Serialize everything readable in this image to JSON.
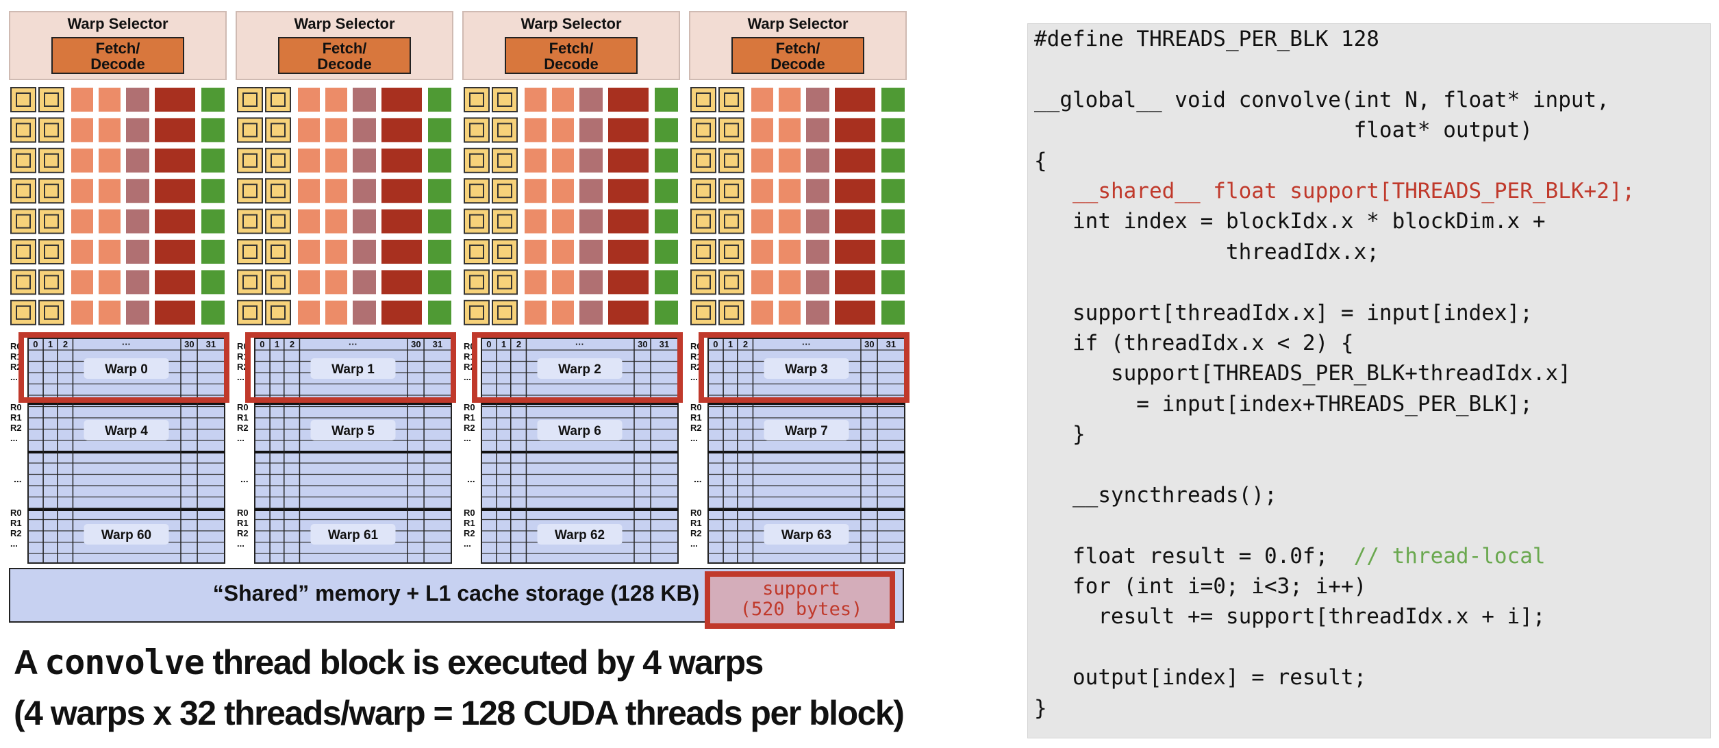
{
  "diagram": {
    "cores": [
      {
        "warp_selector_label": "Warp Selector",
        "fetch_decode_label": "Fetch/\nDecode",
        "warps": [
          "Warp 0",
          "Warp 4",
          "Warp 60"
        ]
      },
      {
        "warp_selector_label": "Warp Selector",
        "fetch_decode_label": "Fetch/\nDecode",
        "warps": [
          "Warp 1",
          "Warp 5",
          "Warp 61"
        ]
      },
      {
        "warp_selector_label": "Warp Selector",
        "fetch_decode_label": "Fetch/\nDecode",
        "warps": [
          "Warp 2",
          "Warp 6",
          "Warp 62"
        ]
      },
      {
        "warp_selector_label": "Warp Selector",
        "fetch_decode_label": "Fetch/\nDecode",
        "warps": [
          "Warp 3",
          "Warp 7",
          "Warp 63"
        ]
      }
    ],
    "column_labels": [
      "0",
      "1",
      "2",
      "···",
      "30",
      "31"
    ],
    "register_labels": [
      "R0",
      "R1",
      "R2",
      "..."
    ],
    "ellipsis": "...",
    "shared_memory_label": "“Shared” memory + L1 cache storage (128 KB)",
    "support_label": "support\n(520 bytes)",
    "colors": {
      "header_bg": "#f2dcd3",
      "fetch_decode": "#d8773d",
      "core_cell": "#f7d27a",
      "alu_light": "#ec8c68",
      "alu_muted": "#b07072",
      "alu_dark": "#a8301f",
      "alu_green": "#4f9a34",
      "register_file": "#c7d1f1",
      "highlight": "#c0392b",
      "support_text": "#c0392b",
      "support_bg": "#d4adba"
    }
  },
  "caption": {
    "line1_prefix": "A",
    "line1_code": "convolve",
    "line1_suffix": "thread block is executed by 4 warps",
    "line2": "(4 warps x 32 threads/warp = 128 CUDA threads per block)"
  },
  "code": {
    "lines": [
      {
        "text": "#define THREADS_PER_BLK 128",
        "highlight": false
      },
      {
        "text": "",
        "highlight": false
      },
      {
        "text": "__global__ void convolve(int N, float* input,",
        "highlight": false
      },
      {
        "text": "                         float* output)",
        "highlight": false
      },
      {
        "text": "{",
        "highlight": false
      },
      {
        "text": "   __shared__ float support[THREADS_PER_BLK+2];",
        "highlight": true
      },
      {
        "text": "   int index = blockIdx.x * blockDim.x +",
        "highlight": false
      },
      {
        "text": "               threadIdx.x;",
        "highlight": false
      },
      {
        "text": "",
        "highlight": false
      },
      {
        "text": "   support[threadIdx.x] = input[index];",
        "highlight": false
      },
      {
        "text": "   if (threadIdx.x < 2) {",
        "highlight": false
      },
      {
        "text": "      support[THREADS_PER_BLK+threadIdx.x]",
        "highlight": false
      },
      {
        "text": "        = input[index+THREADS_PER_BLK];",
        "highlight": false
      },
      {
        "text": "   }",
        "highlight": false
      },
      {
        "text": "",
        "highlight": false
      },
      {
        "text": "   __syncthreads();",
        "highlight": false
      },
      {
        "text": "",
        "highlight": false
      },
      {
        "text": "   float result = 0.0f;  ",
        "highlight": false,
        "comment": "// thread-local"
      },
      {
        "text": "   for (int i=0; i<3; i++)",
        "highlight": false
      },
      {
        "text": "     result += support[threadIdx.x + i];",
        "highlight": false
      },
      {
        "text": "",
        "highlight": false
      },
      {
        "text": "   output[index] = result;",
        "highlight": false
      },
      {
        "text": "}",
        "highlight": false
      }
    ]
  }
}
